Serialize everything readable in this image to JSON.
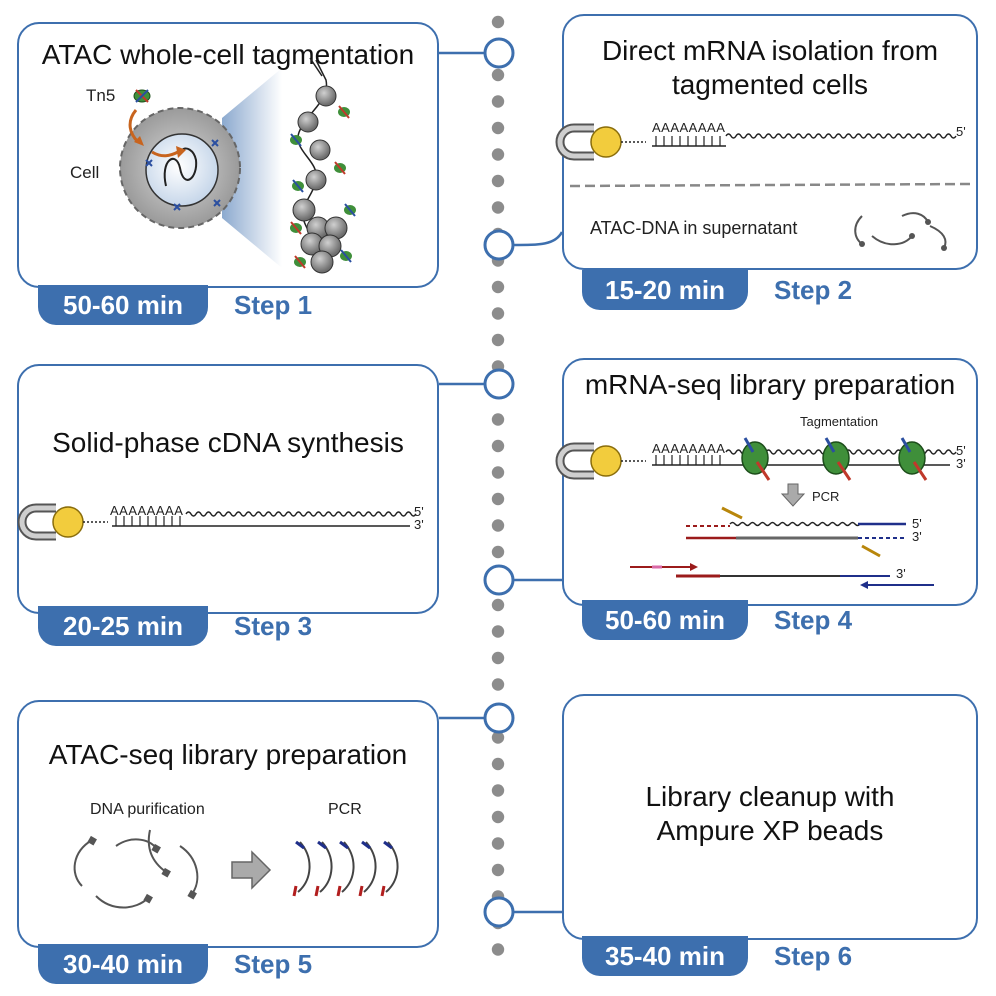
{
  "steps": [
    {
      "title": "ATAC whole-cell tagmentation",
      "time": "50-60 min",
      "label": "Step 1"
    },
    {
      "title_line1": "Direct mRNA isolation from",
      "title_line2": "tagmented cells",
      "time": "15-20 min",
      "label": "Step 2"
    },
    {
      "title": "Solid-phase cDNA synthesis",
      "time": "20-25 min",
      "label": "Step 3"
    },
    {
      "title": "mRNA-seq library preparation",
      "time": "50-60 min",
      "label": "Step 4"
    },
    {
      "title": "ATAC-seq library preparation",
      "time": "30-40 min",
      "label": "Step 5"
    },
    {
      "title_line1": "Library cleanup with",
      "title_line2": "Ampure XP beads",
      "time": "35-40 min",
      "label": "Step 6"
    }
  ],
  "labels": {
    "tn5": "Tn5",
    "cell": "Cell",
    "polyA": "AAAAAAAA",
    "five_prime": "5'",
    "three_prime": "3'",
    "supernatant": "ATAC-DNA in supernatant",
    "tagmentation": "Tagmentation",
    "pcr": "PCR",
    "dna_purification": "DNA purification"
  },
  "colors": {
    "accent": "#3d6fae",
    "timeline_dots": "#8c8c8c",
    "bead": "#f2cc3d",
    "tn5_green": "#3f8f3a",
    "arrow_orange": "#c8641e",
    "primer_red": "#9b1b1b",
    "primer_blue": "#1f2f8a",
    "primer_gold": "#b8860b"
  }
}
